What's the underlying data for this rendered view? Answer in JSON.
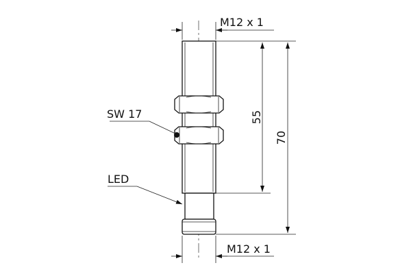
{
  "labels": {
    "thread_top": "M12 x 1",
    "thread_bottom": "M12 x 1",
    "wrench_size": "SW 17",
    "led": "LED",
    "dim_55": "55",
    "dim_70": "70"
  }
}
